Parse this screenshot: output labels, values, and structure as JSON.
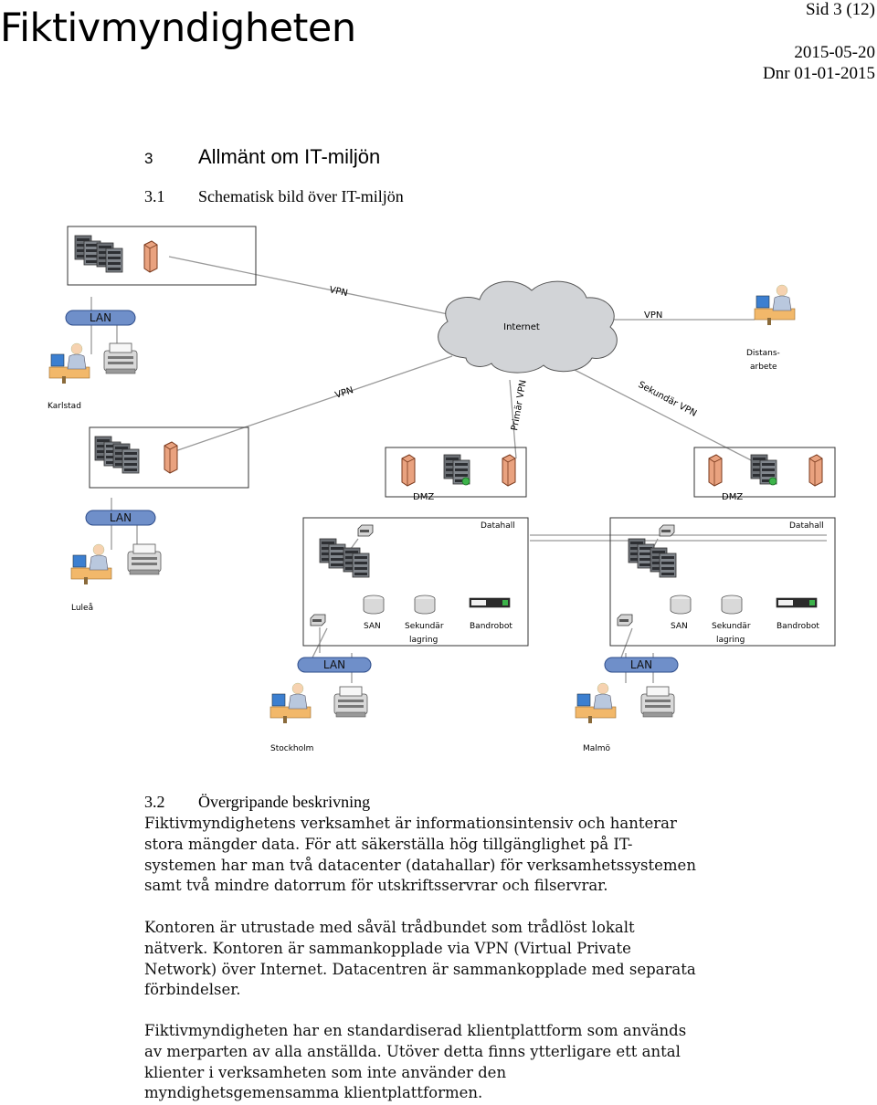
{
  "header": {
    "org_title": "Fiktivmyndigheten",
    "page": "Sid 3 (12)",
    "date": "2015-05-20",
    "dnr": "Dnr 01-01-2015"
  },
  "section": {
    "num": "3",
    "title": "Allmänt om IT-miljön"
  },
  "subsection_1": {
    "num": "3.1",
    "title": "Schematisk bild över IT-miljön"
  },
  "diagram": {
    "cloud_label": "Internet",
    "vpn_karlstad": "VPN",
    "vpn_distans": "VPN",
    "vpn_lulea": "VPN",
    "vpn_primar": "Primär VPN",
    "vpn_sekundar": "Sekundär VPN",
    "lan_karlstad": "LAN",
    "lan_lulea": "LAN",
    "lan_stockholm": "LAN",
    "lan_malmo": "LAN",
    "site_karlstad": "Karlstad",
    "site_lulea": "Luleå",
    "site_stockholm": "Stockholm",
    "site_malmo": "Malmö",
    "distans_line1": "Distans-",
    "distans_line2": "arbete",
    "dmz_left": "DMZ",
    "dmz_right": "DMZ",
    "datahall_left": "Datahall",
    "datahall_right": "Datahall",
    "san_left": "SAN",
    "san_right": "SAN",
    "sek_left_1": "Sekundär",
    "sek_left_2": "lagring",
    "sek_right_1": "Sekundär",
    "sek_right_2": "lagring",
    "band_left": "Bandrobot",
    "band_right": "Bandrobot"
  },
  "subsection_2": {
    "num": "3.2",
    "title": "Övergripande beskrivning"
  },
  "paragraphs": [
    [
      "Fiktivmyndighetens verksamhet är informationsintensiv och hanterar",
      "stora mängder data. För att säkerställa hög tillgänglighet på IT-",
      "systemen har man två datacenter (datahallar) för verksamhetssystemen",
      "samt två mindre datorrum för utskriftsservrar och filservrar."
    ],
    [
      "Kontoren är utrustade med såväl trådbundet som trådlöst lokalt",
      "nätverk. Kontoren är sammankopplade via VPN (Virtual Private",
      "Network) över Internet. Datacentren är sammankopplade med separata",
      "förbindelser."
    ],
    [
      "Fiktivmyndigheten har en standardiserad klientplattform som används",
      "av merparten av alla anställda. Utöver detta finns ytterligare ett antal",
      "klienter i verksamheten som inte använder den",
      "myndighetsgemensamma klientplattformen."
    ]
  ]
}
